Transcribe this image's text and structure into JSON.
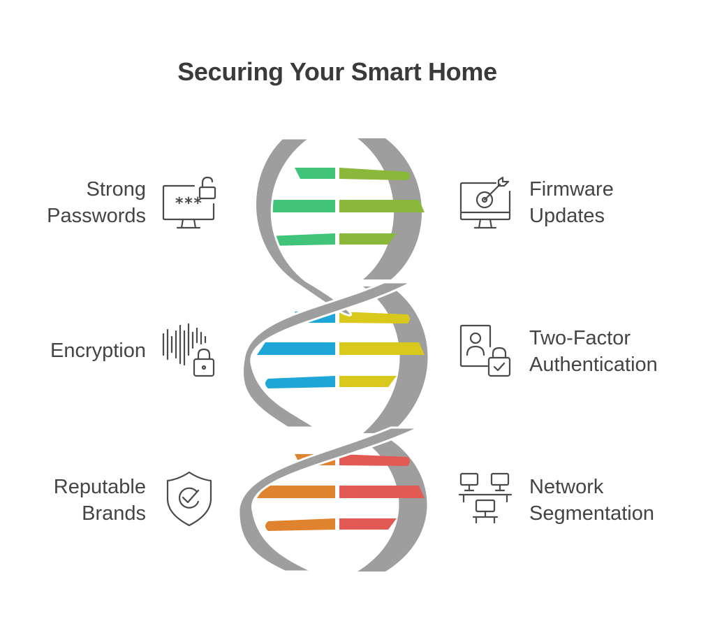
{
  "title": "Securing Your Smart Home",
  "items": [
    {
      "side": "left",
      "lines": [
        "Strong",
        "Passwords"
      ],
      "icon": "monitor-password-lock-icon",
      "stars": "***",
      "color": "#3fc47a"
    },
    {
      "side": "right",
      "lines": [
        "Firmware",
        "Updates"
      ],
      "icon": "monitor-target-icon",
      "color": "#8bb83a"
    },
    {
      "side": "left",
      "lines": [
        "Encryption"
      ],
      "icon": "soundwave-lock-icon",
      "color": "#1ea6d8"
    },
    {
      "side": "right",
      "lines": [
        "Two-Factor",
        "Authentication"
      ],
      "icon": "id-card-lock-icon",
      "color": "#d9c91c"
    },
    {
      "side": "left",
      "lines": [
        "Reputable",
        "Brands"
      ],
      "icon": "shield-check-icon",
      "color": "#e0832f"
    },
    {
      "side": "right",
      "lines": [
        "Network",
        "Segmentation"
      ],
      "icon": "network-computers-icon",
      "color": "#e35a55"
    }
  ],
  "colors": {
    "strand": "#9e9e9e",
    "strand_dark": "#8a8a8a",
    "text": "#444444",
    "icon": "#4a4a4a"
  }
}
